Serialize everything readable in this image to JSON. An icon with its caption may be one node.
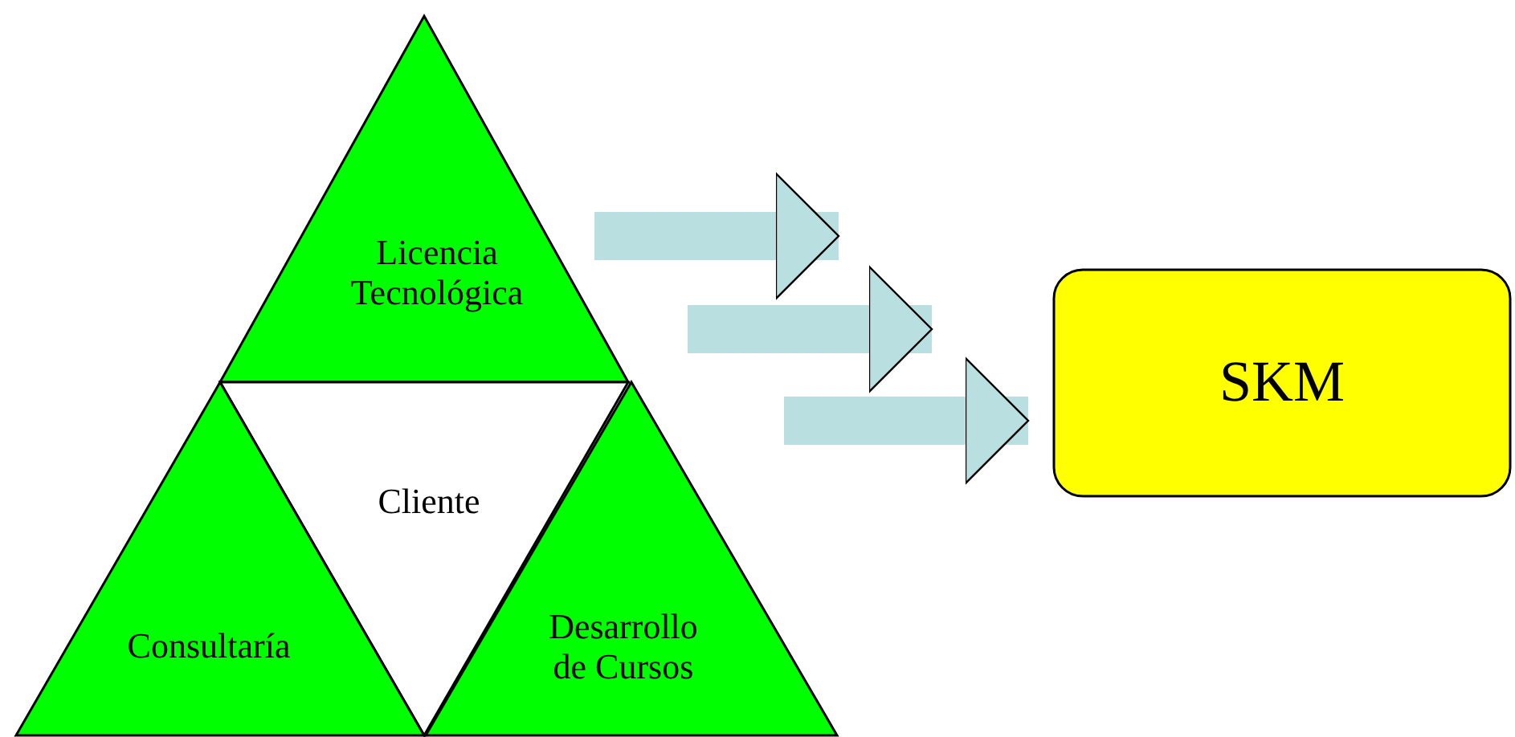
{
  "diagram": {
    "nodes": [
      {
        "text": [
          "Licencia Tecnológica"
        ]
      },
      {
        "text": [
          "Cliente"
        ]
      },
      {
        "text": [
          "Consultaría"
        ]
      },
      {
        "text": [
          "Desarrollo de Cursos"
        ]
      },
      {
        "text": [
          "SKM"
        ]
      }
    ],
    "edges": [
      {
        "from": 0,
        "to": 4,
        "arrow": "to"
      },
      {
        "from": null,
        "to": 4,
        "arrow": "to"
      },
      {
        "from": null,
        "to": 4,
        "arrow": "to"
      }
    ]
  }
}
